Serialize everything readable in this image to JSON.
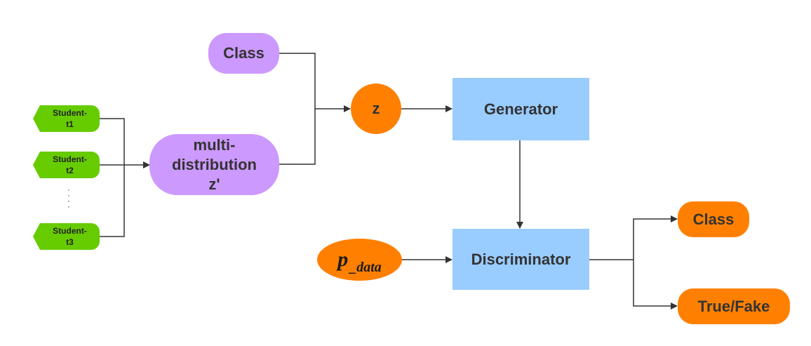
{
  "nodes": {
    "class_input": "Class",
    "multi_distribution": [
      "multi-",
      "distribution",
      "z'"
    ],
    "z": "z",
    "generator": "Generator",
    "discriminator": "Discriminator",
    "p_data": {
      "main": "p",
      "sub": "_data"
    },
    "class_output": "Class",
    "true_fake": "True/Fake"
  },
  "students": [
    [
      "Student-",
      "t1"
    ],
    [
      "Student-",
      "t2"
    ],
    [
      "Student-",
      "t3"
    ]
  ],
  "colors": {
    "purple": "#cc99ff",
    "orange": "#ff8000",
    "blue": "#99ccff",
    "green": "#66cc00",
    "arrow": "#333333"
  }
}
